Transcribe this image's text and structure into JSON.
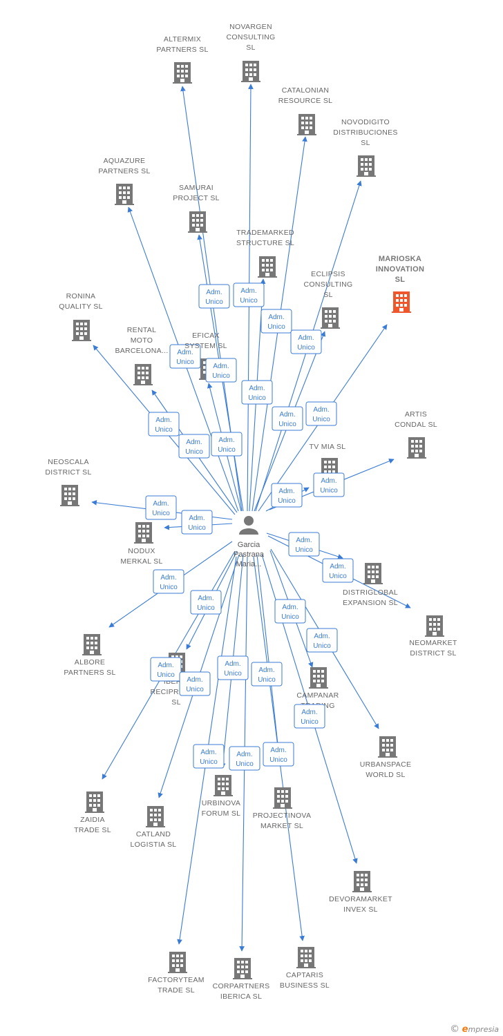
{
  "colors": {
    "edge": "#3a7bd5",
    "building": "#777777",
    "building_highlight": "#f0562b",
    "person": "#777777"
  },
  "person": {
    "name_lines": [
      "Garcia",
      "Pastrana",
      "Maria..."
    ],
    "icon": "person-icon"
  },
  "relation_lines": [
    "Adm.",
    "Unico"
  ],
  "companies": [
    {
      "id": "altermix",
      "lines": [
        "ALTERMIX",
        "PARTNERS SL"
      ]
    },
    {
      "id": "novargen",
      "lines": [
        "NOVARGEN",
        "CONSULTING",
        "SL"
      ]
    },
    {
      "id": "catalonian",
      "lines": [
        "CATALONIAN",
        "RESOURCE SL"
      ]
    },
    {
      "id": "novodigito",
      "lines": [
        "NOVODIGITO",
        "DISTRIBUCIONES",
        "SL"
      ]
    },
    {
      "id": "aquazure",
      "lines": [
        "AQUAZURE",
        "PARTNERS SL"
      ]
    },
    {
      "id": "samurai",
      "lines": [
        "SAMURAI",
        "PROJECT SL"
      ]
    },
    {
      "id": "trademarked",
      "lines": [
        "TRADEMARKED",
        "STRUCTURE SL"
      ]
    },
    {
      "id": "marioska",
      "lines": [
        "MARIOSKA",
        "INNOVATION",
        "SL"
      ],
      "highlight": true
    },
    {
      "id": "eclipsis",
      "lines": [
        "ECLIPSIS",
        "CONSULTING",
        "SL"
      ]
    },
    {
      "id": "ronina",
      "lines": [
        "RONINA",
        "QUALITY SL"
      ]
    },
    {
      "id": "rental",
      "lines": [
        "RENTAL",
        "MOTO",
        "BARCELONA..."
      ]
    },
    {
      "id": "eficax",
      "lines": [
        "EFICAX",
        "SYSTEM SL"
      ]
    },
    {
      "id": "artis",
      "lines": [
        "ARTIS",
        "CONDAL SL"
      ]
    },
    {
      "id": "tvmia",
      "lines": [
        "TV MIA SL"
      ]
    },
    {
      "id": "neoscala",
      "lines": [
        "NEOSCALA",
        "DISTRICT SL"
      ]
    },
    {
      "id": "nodux",
      "lines": [
        "NODUX",
        "MERKAL SL"
      ]
    },
    {
      "id": "distriglobal",
      "lines": [
        "DISTRIGLOBAL",
        "EXPANSION SL"
      ]
    },
    {
      "id": "neomarket",
      "lines": [
        "NEOMARKET",
        "DISTRICT SL"
      ]
    },
    {
      "id": "albore",
      "lines": [
        "ALBORE",
        "PARTNERS SL"
      ]
    },
    {
      "id": "iberia",
      "lines": [
        "IBERIA",
        "RECIPROCITY",
        "SL"
      ]
    },
    {
      "id": "campanar",
      "lines": [
        "CAMPANAR",
        "TRADING"
      ]
    },
    {
      "id": "urbanspace",
      "lines": [
        "URBANSPACE",
        "WORLD SL"
      ]
    },
    {
      "id": "zaidia",
      "lines": [
        "ZAIDIA",
        "TRADE SL"
      ]
    },
    {
      "id": "catland",
      "lines": [
        "CATLAND",
        "LOGISTIA SL"
      ]
    },
    {
      "id": "urbinova",
      "lines": [
        "URBINOVA",
        "FORUM SL"
      ]
    },
    {
      "id": "projectinova",
      "lines": [
        "PROJECTINOVA",
        "MARKET SL"
      ]
    },
    {
      "id": "devoramarket",
      "lines": [
        "DEVORAMARKET",
        "INVEX SL"
      ]
    },
    {
      "id": "factoryteam",
      "lines": [
        "FACTORYTEAM",
        "TRADE SL"
      ]
    },
    {
      "id": "corpartners",
      "lines": [
        "CORPARTNERS",
        "IBERICA SL"
      ]
    },
    {
      "id": "captaris",
      "lines": [
        "CAPTARIS",
        "BUSINESS SL"
      ]
    }
  ],
  "footer": {
    "copyright": "©",
    "brand_e": "e",
    "brand_rest": "mpresia"
  }
}
